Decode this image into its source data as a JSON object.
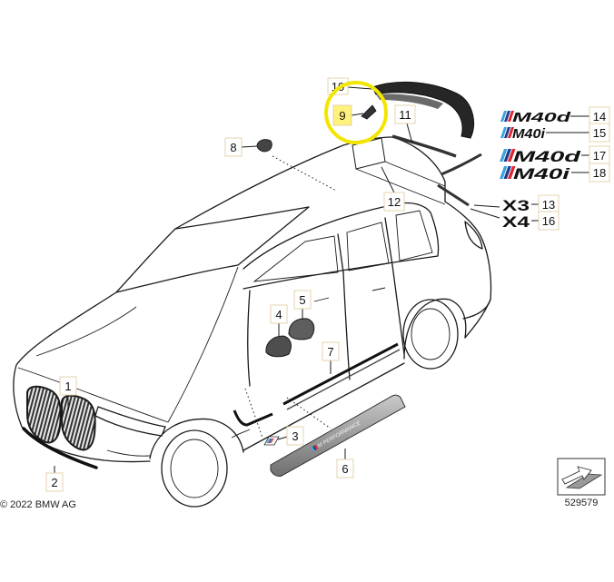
{
  "diagram": {
    "callouts": [
      {
        "label": "1",
        "highlighted": false
      },
      {
        "label": "2",
        "highlighted": false
      },
      {
        "label": "3",
        "highlighted": false
      },
      {
        "label": "4",
        "highlighted": false
      },
      {
        "label": "5",
        "highlighted": false
      },
      {
        "label": "6",
        "highlighted": false
      },
      {
        "label": "7",
        "highlighted": false
      },
      {
        "label": "8",
        "highlighted": false
      },
      {
        "label": "9",
        "highlighted": true
      },
      {
        "label": "10",
        "highlighted": false
      },
      {
        "label": "11",
        "highlighted": false
      },
      {
        "label": "12",
        "highlighted": false
      },
      {
        "label": "13",
        "highlighted": false
      },
      {
        "label": "14",
        "highlighted": false
      },
      {
        "label": "15",
        "highlighted": false
      },
      {
        "label": "16",
        "highlighted": false
      },
      {
        "label": "17",
        "highlighted": false
      },
      {
        "label": "18",
        "highlighted": false
      }
    ],
    "badges": [
      {
        "text": "M40d"
      },
      {
        "text": "M40i"
      },
      {
        "text": "M40d"
      },
      {
        "text": "M40i"
      },
      {
        "text": "X3"
      },
      {
        "text": "X4"
      }
    ],
    "sill_plate_text": "M PERFORMANCE",
    "copyright": "© 2022 BMW AG",
    "drawing_number": "529579"
  },
  "colors": {
    "highlight": "#f2e600",
    "highlight_box": "#fff27a",
    "callout_border": "#e6d3ad",
    "m_stripe_light_blue": "#3fa2db",
    "m_stripe_dark_blue": "#1d3b8f",
    "m_stripe_red": "#e3232b",
    "line": "#1a1a1a"
  }
}
